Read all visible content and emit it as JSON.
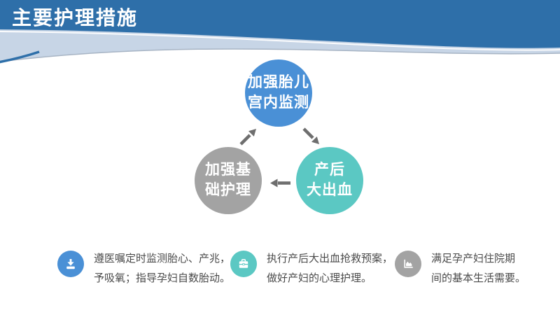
{
  "slide_title": "主要护理措施",
  "colors": {
    "header_blue": "#2e6fa9",
    "band_light_blue": "#c7d5e6",
    "node_blue": "#4a90d6",
    "node_teal": "#5bc8c3",
    "node_gray": "#a3a3a3",
    "arrow_gray": "#6e6e6e",
    "body_text": "#4a4a4a"
  },
  "diagram": {
    "type": "cycle",
    "nodes": [
      {
        "id": "fetal-monitoring",
        "lines": [
          "加强胎儿",
          "宫内监测"
        ],
        "color": "#4a90d6"
      },
      {
        "id": "postpartum-hemorrhage",
        "lines": [
          "产后",
          "大出血"
        ],
        "color": "#5bc8c3"
      },
      {
        "id": "basic-care",
        "lines": [
          "加强基",
          "础护理"
        ],
        "color": "#a3a3a3"
      }
    ]
  },
  "notes": [
    {
      "icon": "download-icon",
      "lines": [
        "遵医嘱定时监测胎心、产兆，",
        "予吸氧；指导孕妇自数胎动。"
      ]
    },
    {
      "icon": "briefcase-icon",
      "lines": [
        "执行产后大出血抢救预案，",
        "做好产妇的心理护理。"
      ]
    },
    {
      "icon": "chart-icon",
      "lines": [
        "满足孕产妇住院期",
        "间的基本生活需要。"
      ]
    }
  ]
}
